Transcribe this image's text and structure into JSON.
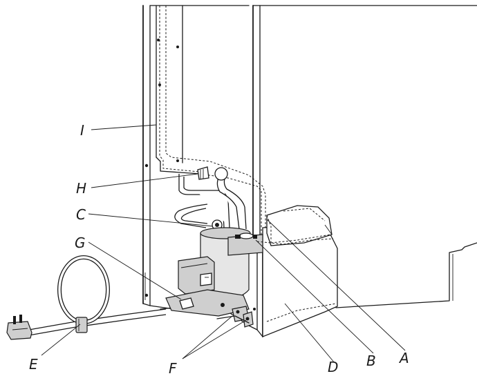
{
  "labels": {
    "A": "A",
    "B": "B",
    "C": "C",
    "D": "D",
    "E": "E",
    "F": "F",
    "G": "G",
    "H": "H",
    "I": "I"
  },
  "colors": {
    "line": "#1a1a1a",
    "fill_gray": "#cfcfcf",
    "background": "#ffffff"
  }
}
